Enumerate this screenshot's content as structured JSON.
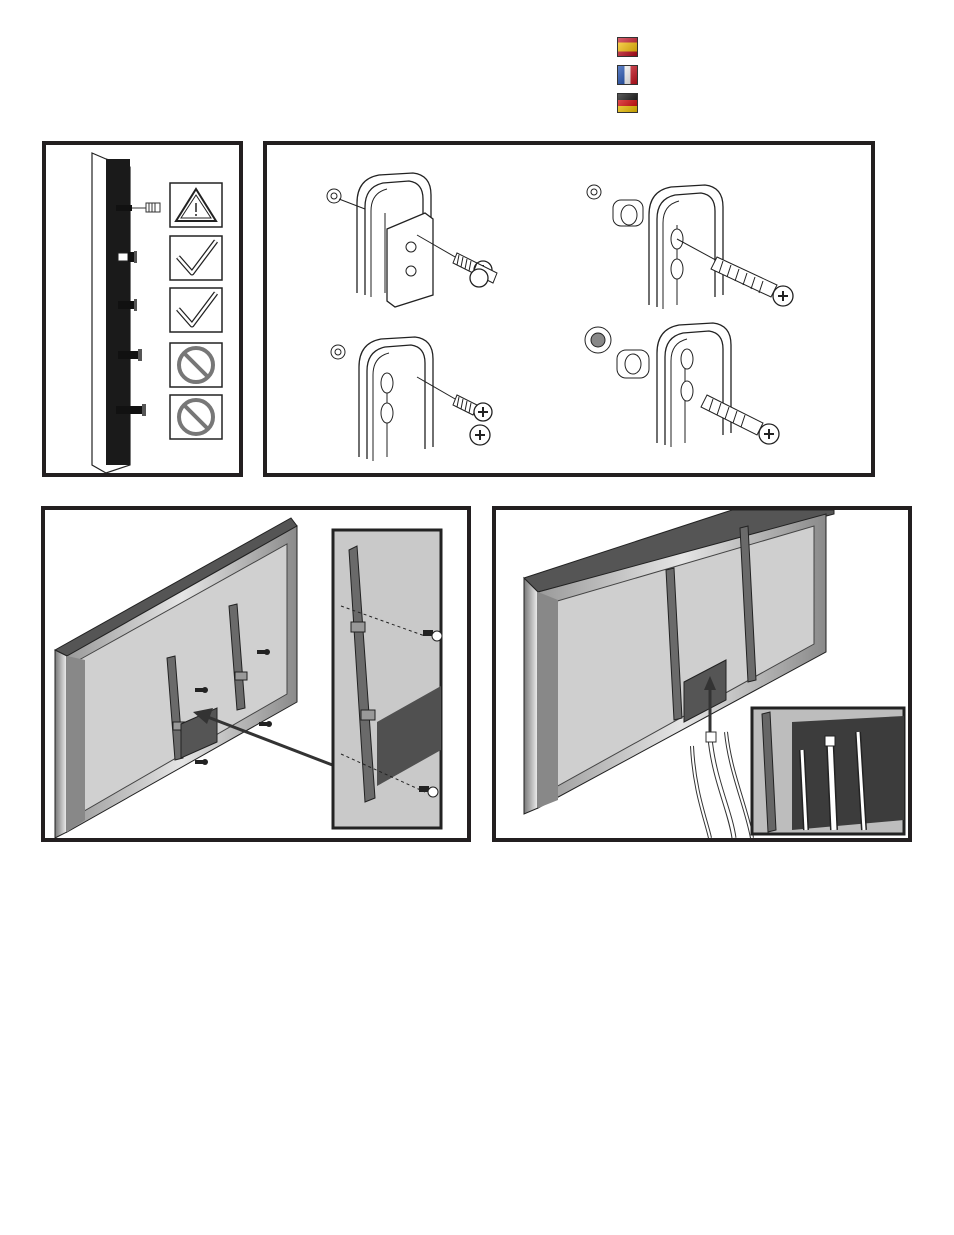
{
  "flags": [
    {
      "country": "spain",
      "icon": "spain-flag-icon"
    },
    {
      "country": "france",
      "icon": "france-flag-icon"
    },
    {
      "country": "germany",
      "icon": "germany-flag-icon"
    }
  ],
  "panels": {
    "screw_length": {
      "indicators": [
        "warning-icon",
        "check-icon",
        "check-icon",
        "prohibited-icon",
        "prohibited-icon"
      ]
    },
    "bracket_hardware": {
      "figures": 4
    },
    "attach_brackets": {
      "figures": 2
    },
    "cable_routing": {
      "figures": 2
    }
  }
}
